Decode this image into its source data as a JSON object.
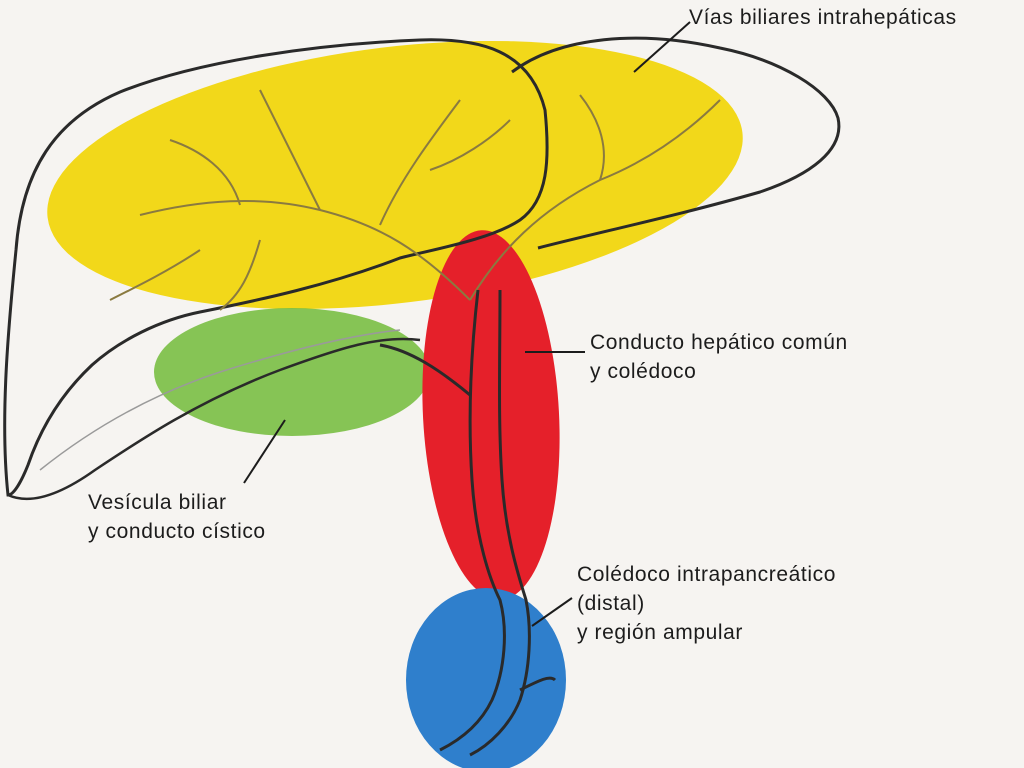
{
  "labels": {
    "intrahepaticas": {
      "lines": [
        "Vías biliares intrahepáticas"
      ]
    },
    "hepatico_comun": {
      "lines": [
        "Conducto hepático común",
        "y colédoco"
      ]
    },
    "vesicula": {
      "lines": [
        "Vesícula biliar",
        "y conducto cístico"
      ]
    },
    "intrapancreatico": {
      "lines": [
        "Colédoco intrapancreático",
        "(distal)",
        "y región ampular"
      ]
    }
  },
  "regions": {
    "intrahepaticas": {
      "color": "#f2d81a"
    },
    "vesicula": {
      "color": "#7cbf48"
    },
    "hepatico_comun": {
      "color": "#e5202a"
    },
    "intrapancreatico": {
      "color": "#2f7fcc"
    }
  },
  "colors": {
    "background": "#f6f4f1",
    "outline": "#2a2a2a",
    "text": "#1c1c1c"
  }
}
